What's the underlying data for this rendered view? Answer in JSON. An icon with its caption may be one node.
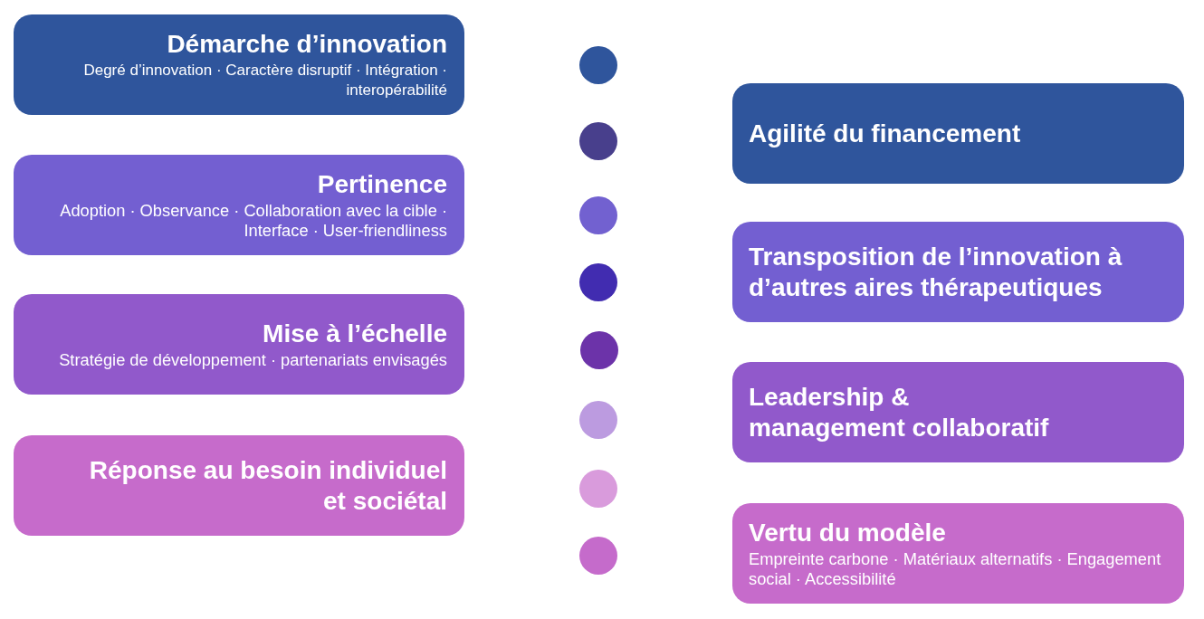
{
  "diagram": {
    "nodes": [
      {
        "text": [
          "Démarche d’innovation",
          "Degré d’innovation · Caractère disruptif · Intégration · interopérabilité"
        ]
      },
      {
        "text": [
          "Pertinence",
          "Adoption · Observance · Collaboration avec la cible · Interface · User-friendliness"
        ]
      },
      {
        "text": [
          "Mise à l’échelle",
          "Stratégie de développement · partenariats envisagés"
        ]
      },
      {
        "text": [
          "Réponse au besoin individuel et sociétal"
        ]
      },
      {
        "text": [],
        "shape": "circle"
      },
      {
        "text": [],
        "shape": "circle"
      },
      {
        "text": [],
        "shape": "circle"
      },
      {
        "text": [],
        "shape": "circle"
      },
      {
        "text": [],
        "shape": "circle"
      },
      {
        "text": [],
        "shape": "circle"
      },
      {
        "text": [],
        "shape": "circle"
      },
      {
        "text": [],
        "shape": "circle"
      },
      {
        "text": [
          "Agilité du financement"
        ]
      },
      {
        "text": [
          "Transposition de l’innovation à d’autres aires thérapeutiques"
        ]
      },
      {
        "text": [
          "Leadership & management collaboratif"
        ]
      },
      {
        "text": [
          "Vertu du modèle",
          "Empreinte carbone · Matériaux alternatifs · Engagement social · Accessibilité"
        ]
      }
    ]
  }
}
